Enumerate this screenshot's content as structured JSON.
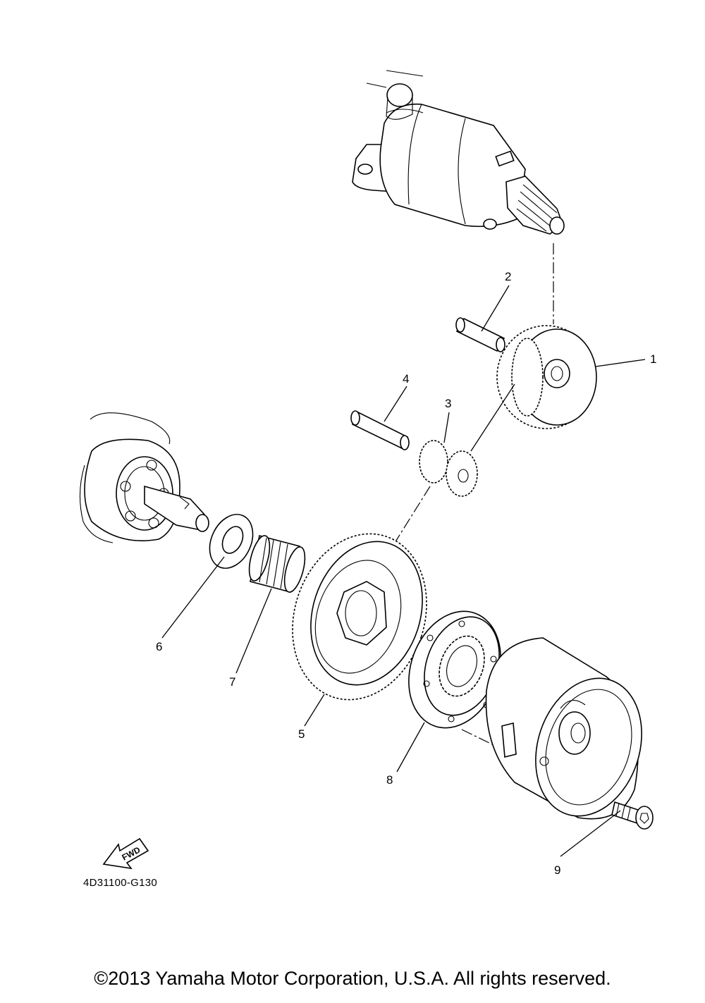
{
  "callouts": [
    {
      "id": "1",
      "label": "1"
    },
    {
      "id": "2",
      "label": "2"
    },
    {
      "id": "3",
      "label": "3"
    },
    {
      "id": "4",
      "label": "4"
    },
    {
      "id": "5",
      "label": "5"
    },
    {
      "id": "6",
      "label": "6"
    },
    {
      "id": "7",
      "label": "7"
    },
    {
      "id": "8",
      "label": "8"
    },
    {
      "id": "9",
      "label": "9"
    }
  ],
  "fwd_label": "FWD",
  "diagram_code": "4D31100-G130",
  "copyright": "©2013 Yamaha Motor Corporation, U.S.A. All rights reserved."
}
